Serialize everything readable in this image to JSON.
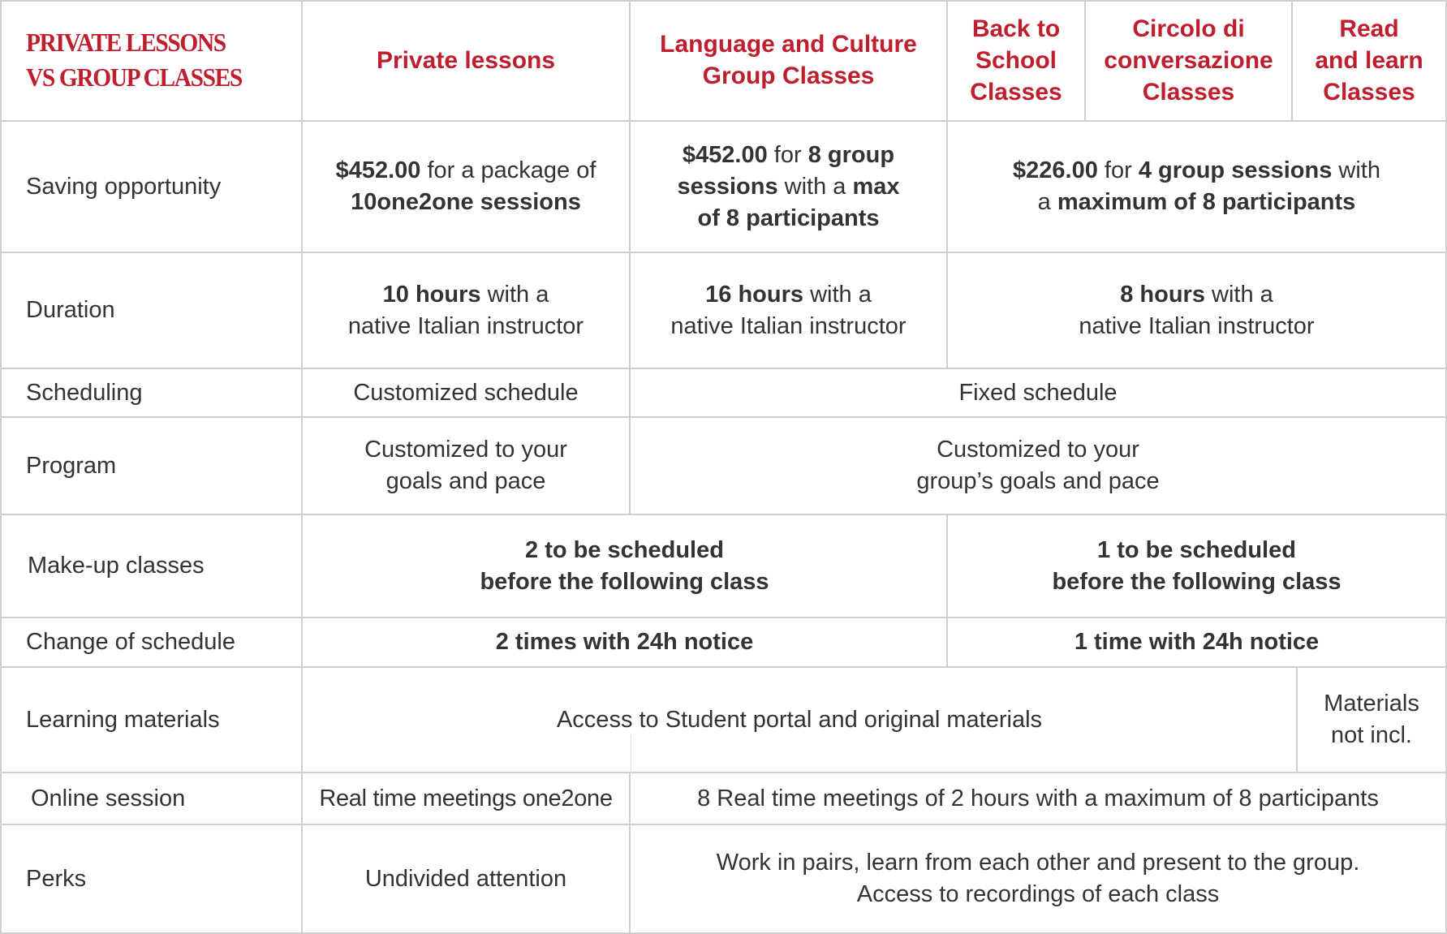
{
  "title": {
    "line1": "PRIVATE LESSONS",
    "line2": "VS GROUP CLASSES"
  },
  "colors": {
    "accent_red": "#bf1e2e",
    "text": "#333333",
    "border": "#cfcfcf"
  },
  "headers": [
    {
      "line1": "Private lessons"
    },
    {
      "line1": "Language and Culture",
      "line2": "Group Classes"
    },
    {
      "line1": "Back to",
      "line2": "School",
      "line3": "Classes"
    },
    {
      "line1": "Circolo di",
      "line2": "conversazione",
      "line3": "Classes"
    },
    {
      "line1": "Read",
      "line2": "and learn",
      "line3": "Classes"
    }
  ],
  "rows": {
    "saving": {
      "label": "Saving opportunity",
      "private": {
        "b1": "$452.00",
        "t1": " for a package of",
        "b2": "10one2one sessions"
      },
      "language": {
        "b1": "$452.00",
        "t1": " for ",
        "b2": "8 group",
        "b3": "sessions",
        "t2": " with a ",
        "b4": "max",
        "b5": "of 8 participants"
      },
      "others": {
        "b1": "$226.00",
        "t1": " for ",
        "b2": "4 group sessions",
        "t2": " with",
        "t3": "a ",
        "b3": "maximum of 8 participants"
      }
    },
    "duration": {
      "label": "Duration",
      "private": {
        "b": "10 hours",
        "t": " with a",
        "t2": "native Italian instructor"
      },
      "language": {
        "b": "16 hours",
        "t": " with a",
        "t2": "native Italian instructor"
      },
      "others": {
        "b": "8 hours",
        "t": " with a",
        "t2": "native Italian instructor"
      }
    },
    "scheduling": {
      "label": "Scheduling",
      "private": "Customized schedule",
      "group": "Fixed schedule"
    },
    "program": {
      "label": "Program",
      "private": {
        "l1": "Customized to your",
        "l2": "goals and pace"
      },
      "group": {
        "l1": "Customized to your",
        "l2": "group’s goals and pace"
      }
    },
    "makeup": {
      "label": "Make-up classes",
      "private_language": {
        "l1": "2 to be scheduled",
        "l2": "before the following class"
      },
      "others": {
        "l1": "1 to be scheduled",
        "l2": "before the following class"
      }
    },
    "change": {
      "label": "Change of schedule",
      "private_language": "2 times with 24h notice",
      "others": "1 time with 24h notice"
    },
    "materials": {
      "label": "Learning materials",
      "main": "Access to Student portal and original materials",
      "read_learn": {
        "l1": "Materials",
        "l2": "not incl."
      }
    },
    "online": {
      "label": "Online session",
      "private": "Real time meetings one2one",
      "group": "8 Real time meetings of 2 hours with a maximum of 8 participants"
    },
    "perks": {
      "label": "Perks",
      "private": "Undivided attention",
      "group": {
        "l1": "Work in pairs, learn from each other and present to the group.",
        "l2": "Access to recordings of each class"
      }
    }
  }
}
